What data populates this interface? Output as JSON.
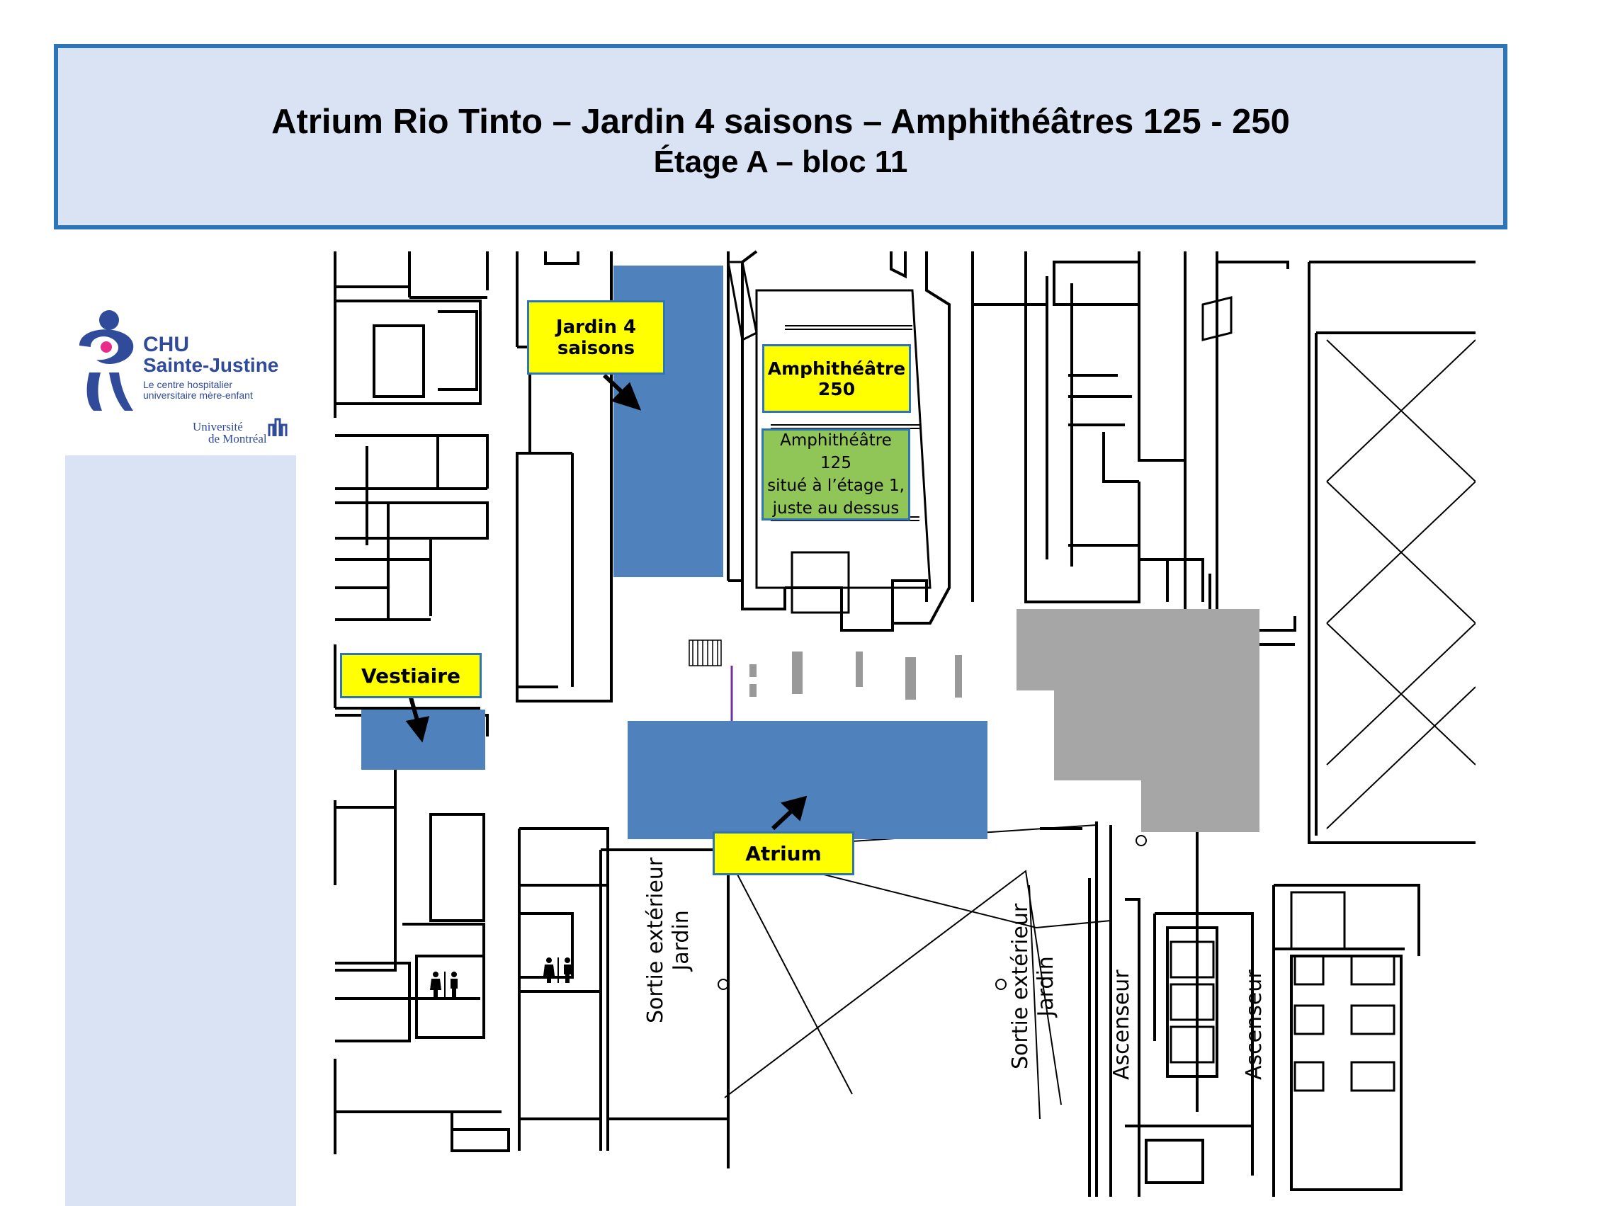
{
  "header": {
    "title": "Atrium Rio Tinto – Jardin 4 saisons – Amphithéâtres 125 - 250",
    "subtitle": "Étage A – bloc 11"
  },
  "logo": {
    "name_line1": "CHU",
    "name_line2": "Sainte-Justine",
    "tagline_line1": "Le centre hospitalier",
    "tagline_line2": "universitaire mère-enfant",
    "university_line1": "Université",
    "university_line2": "de Montréal"
  },
  "map": {
    "labels": {
      "jardin_line1": "Jardin 4",
      "jardin_line2": "saisons",
      "amphi250_line1": "Amphithéâtre",
      "amphi250_line2": "250",
      "amphi125_line1": "Amphithéâtre 125",
      "amphi125_line2": "situé à l’étage 1,",
      "amphi125_line3": "juste au dessus",
      "vestiaire": "Vestiaire",
      "atrium": "Atrium",
      "sortie1_line1": "Sortie extérieur",
      "sortie1_line2": "Jardin",
      "sortie2_line1": "Sortie extérieur",
      "sortie2_line2": "Jardin",
      "ascenseur1": "Ascenseur",
      "ascenseur2": "Ascenseur"
    },
    "colors": {
      "zone_blue": "#4f81bd",
      "label_yellow": "#ffff00",
      "label_green": "#8fc657",
      "gray_area": "#a6a6a6",
      "header_bg": "#dae3f3",
      "header_border": "#2e75b6"
    }
  }
}
